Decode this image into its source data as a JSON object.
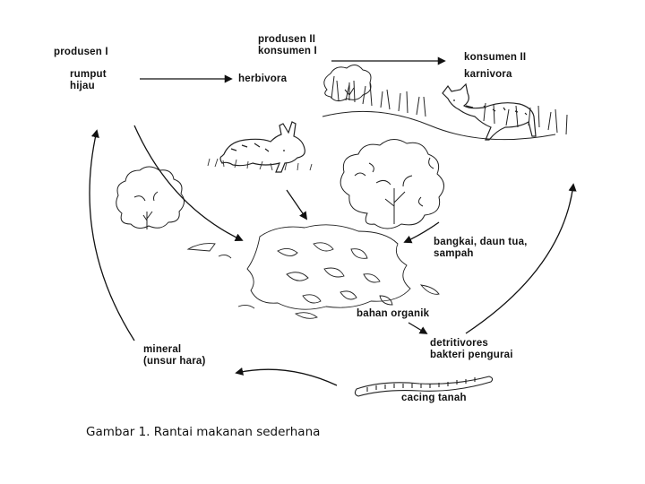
{
  "diagram": {
    "labels": {
      "produsen_1": "produsen I",
      "rumput_hijau": [
        "rumput",
        "hijau"
      ],
      "produsen_2_konsumen_1": [
        "produsen II",
        "konsumen I"
      ],
      "herbivora": "herbivora",
      "konsumen_2": "konsumen II",
      "karnivora": "karnivora",
      "bangkai": [
        "bangkai, daun tua,",
        "sampah"
      ],
      "bahan_organik": "bahan organik",
      "detritivores": [
        "detritivores",
        "bakteri pengurai"
      ],
      "cacing_tanah": "cacing tanah",
      "mineral": [
        "mineral",
        "(unsur hara)"
      ]
    }
  },
  "caption": "Gambar 1.  Rantai makanan sederhana"
}
